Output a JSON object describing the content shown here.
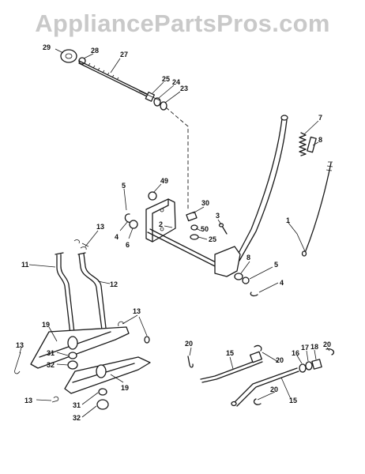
{
  "watermark": "AppliancePartsPros.com",
  "callouts": {
    "c29": "29",
    "c28": "28",
    "c27": "27",
    "c25a": "25",
    "c24": "24",
    "c23": "23",
    "c7": "7",
    "c8a": "8",
    "c1": "1",
    "c49": "49",
    "c5a": "5",
    "c4a": "4",
    "c6": "6",
    "c30": "30",
    "c3": "3",
    "c2": "2",
    "c50": "50",
    "c25b": "25",
    "c8b": "8",
    "c5b": "5",
    "c4b": "4",
    "c13a": "13",
    "c11": "11",
    "c12": "12",
    "c13b": "13",
    "c19a": "19",
    "c13c": "13",
    "c31a": "31",
    "c32a": "32",
    "c19b": "19",
    "c13d": "13",
    "c31b": "31",
    "c32b": "32",
    "c20a": "20",
    "c15a": "15",
    "c20b": "20",
    "c16": "16",
    "c17": "17",
    "c18": "18",
    "c20c": "20",
    "c20d": "20",
    "c15b": "15"
  }
}
